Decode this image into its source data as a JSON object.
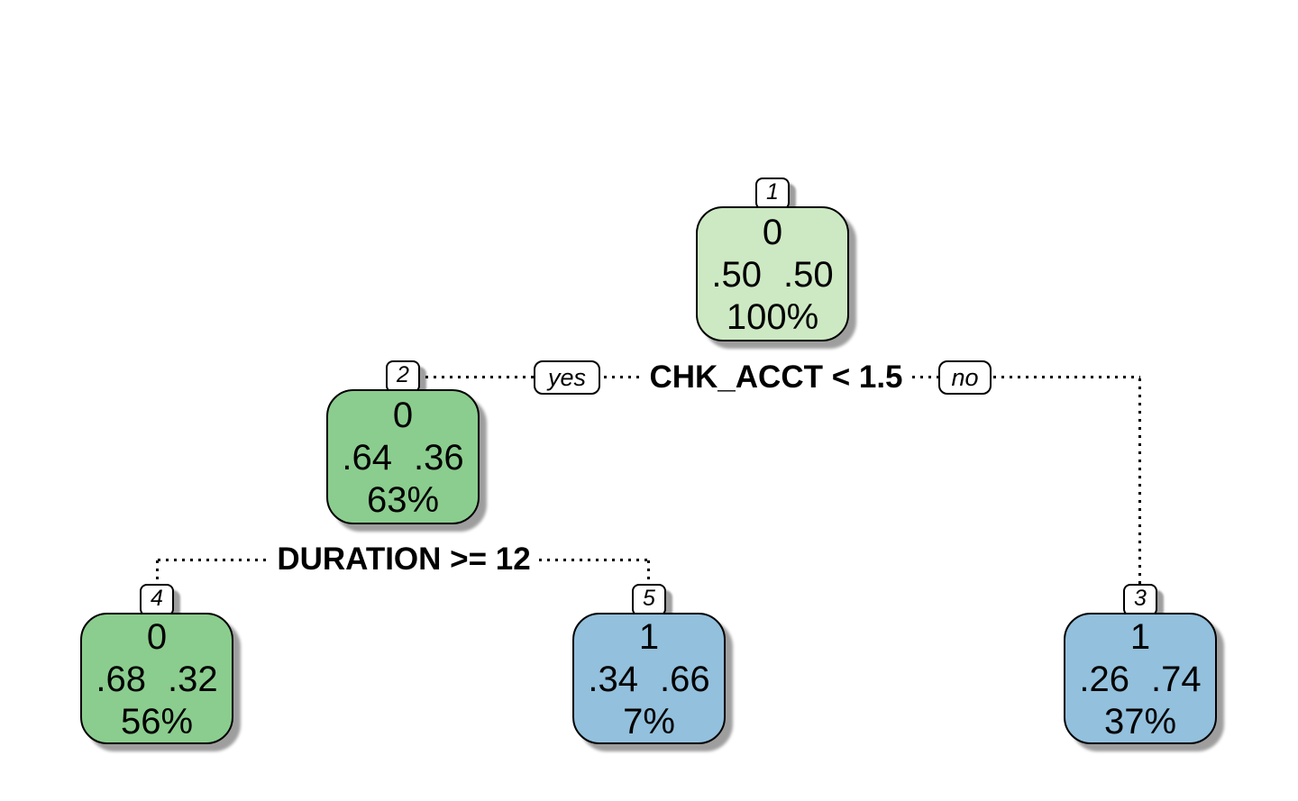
{
  "tree": {
    "type": "decision-tree",
    "background": "#ffffff",
    "splits": [
      {
        "condition": "CHK_ACCT < 1.5",
        "yes": "yes",
        "no": "no"
      },
      {
        "condition": "DURATION >= 12"
      }
    ],
    "nodes": [
      {
        "number": "1",
        "class": "0",
        "prob_0": ".50",
        "prob_1": ".50",
        "coverage": "100%",
        "fill": "#cde9c3"
      },
      {
        "number": "2",
        "class": "0",
        "prob_0": ".64",
        "prob_1": ".36",
        "coverage": "63%",
        "fill": "#8bcd8e"
      },
      {
        "number": "3",
        "class": "1",
        "prob_0": ".26",
        "prob_1": ".74",
        "coverage": "37%",
        "fill": "#93c0dc"
      },
      {
        "number": "4",
        "class": "0",
        "prob_0": ".68",
        "prob_1": ".32",
        "coverage": "56%",
        "fill": "#8bcd8e"
      },
      {
        "number": "5",
        "class": "1",
        "prob_0": ".34",
        "prob_1": ".66",
        "coverage": "7%",
        "fill": "#93c0dc"
      }
    ],
    "line_color": "#000000"
  }
}
